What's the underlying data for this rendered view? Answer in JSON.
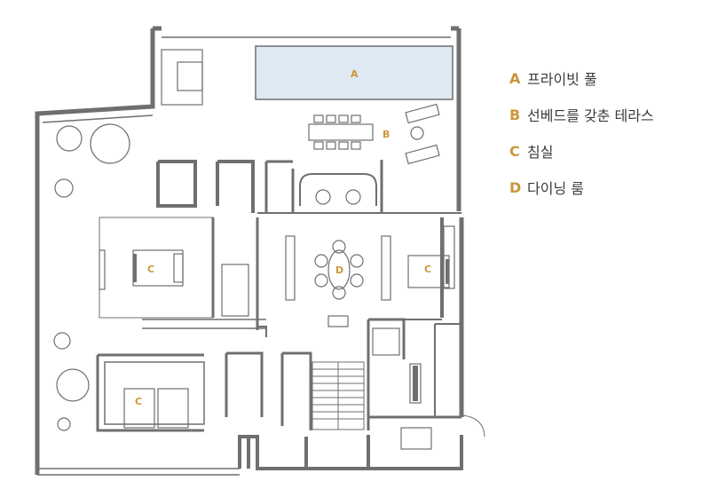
{
  "accent_color": "#c9963b",
  "wall_color": "#6f6f72",
  "pool_color": "#dfe9f2",
  "markers": {
    "pool": "A",
    "terrace": "B",
    "bedroom_left": "C",
    "bedroom_right": "C",
    "bedroom_bottom": "C",
    "dining": "D"
  },
  "legend": [
    {
      "letter": "A",
      "label": "프라이빗 풀"
    },
    {
      "letter": "B",
      "label": "선베드를 갖춘 테라스"
    },
    {
      "letter": "C",
      "label": "침실"
    },
    {
      "letter": "D",
      "label": "다이닝 룸"
    }
  ]
}
